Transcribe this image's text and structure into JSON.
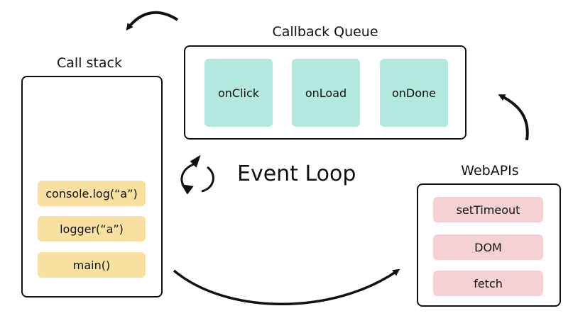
{
  "callback_queue": {
    "title": "Callback Queue",
    "items": [
      "onClick",
      "onLoad",
      "onDone"
    ]
  },
  "call_stack": {
    "title": "Call stack",
    "items": [
      "console.log(“a”)",
      "logger(“a”)",
      "main()"
    ]
  },
  "event_loop": {
    "title": "Event Loop"
  },
  "web_apis": {
    "title": "WebAPIs",
    "items": [
      "setTimeout",
      "DOM",
      "fetch"
    ]
  },
  "colors": {
    "queue_tile": "#b2e8dd",
    "stack_tile": "#f8e0a0",
    "webapi_tile": "#f6d1d4",
    "stroke": "#111111"
  }
}
